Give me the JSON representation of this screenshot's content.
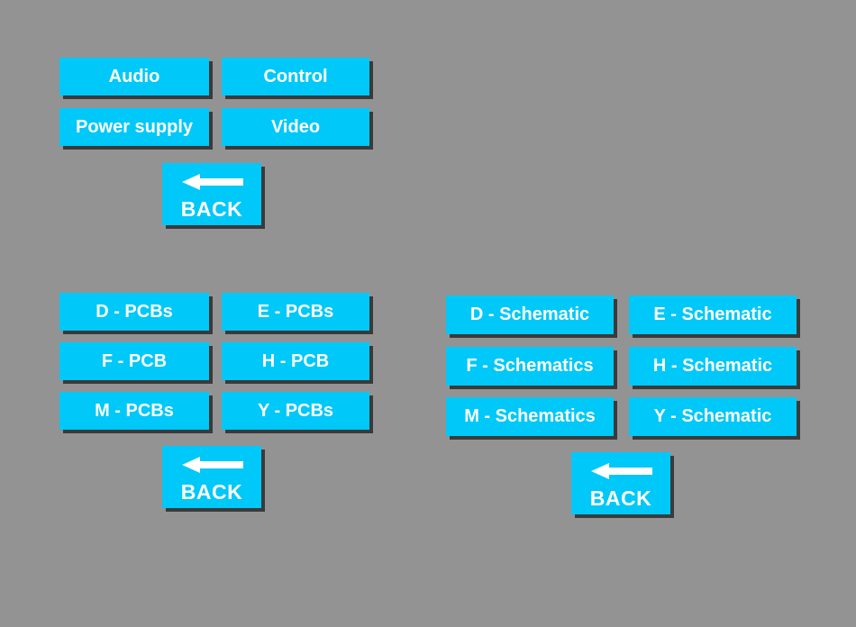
{
  "categories": {
    "audio": "Audio",
    "control": "Control",
    "power_supply": "Power supply",
    "video": "Video",
    "back": "BACK"
  },
  "pcbs": {
    "d": "D - PCBs",
    "e": "E - PCBs",
    "f": "F - PCB",
    "h": "H - PCB",
    "m": "M - PCBs",
    "y": "Y - PCBs",
    "back": "BACK"
  },
  "schematics": {
    "d": "D - Schematic",
    "e": "E - Schematic",
    "f": "F - Schematics",
    "h": "H - Schematic",
    "m": "M - Schematics",
    "y": "Y - Schematic",
    "back": "BACK"
  },
  "colors": {
    "background": "#939393",
    "button": "#00c8f8",
    "button_text": "#ffffff",
    "shadow": "#3a3a3a"
  },
  "icons": {
    "back": "left-arrow-icon"
  }
}
